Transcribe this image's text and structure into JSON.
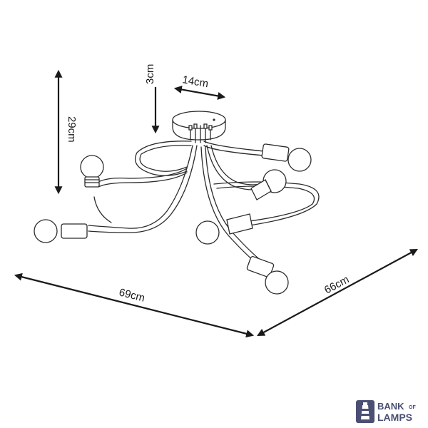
{
  "dimensions": {
    "cable_drop": "3cm",
    "canopy_width": "14cm",
    "height": "29cm",
    "width": "69cm",
    "depth": "66cm"
  },
  "logo": {
    "line1": "BANK",
    "line1_small": "OF",
    "line2": "LAMPS"
  },
  "colors": {
    "line": "#2b2b2b",
    "logo": "#4a4f73"
  }
}
